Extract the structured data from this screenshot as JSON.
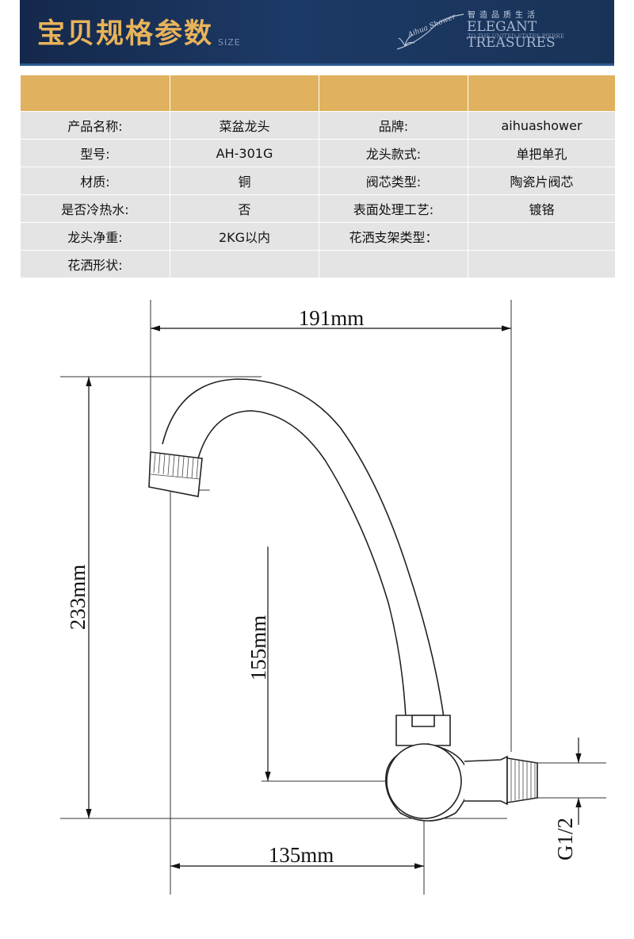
{
  "banner": {
    "title": "宝贝规格参数",
    "subtitle": "SIZE",
    "slogan": "智造品质生活",
    "headline": "ELEGANT TREASURES",
    "tagline": "TO THE UNITED STATES PIERRE",
    "logo_text": "Aihua Shower"
  },
  "spec_table": {
    "rows": [
      [
        "产品名称:",
        "菜盆龙头",
        "品牌:",
        "aihuashower"
      ],
      [
        "型号:",
        "AH-301G",
        "龙头款式:",
        "单把单孔"
      ],
      [
        "材质:",
        "铜",
        "阀芯类型:",
        "陶瓷片阀芯"
      ],
      [
        "是否冷热水:",
        "否",
        "表面处理工艺:",
        "镀铬"
      ],
      [
        "龙头净重:",
        "2KG以内",
        "花洒支架类型：",
        ""
      ],
      [
        "花洒形状:",
        "",
        "",
        ""
      ]
    ]
  },
  "dimensions": {
    "width_total": "191mm",
    "height_total": "233mm",
    "spout_height": "155mm",
    "reach": "135mm",
    "thread": "G1/2"
  },
  "colors": {
    "banner_bg": "#1c3a66",
    "banner_title": "#e8b35a",
    "table_header": "#e0b15e",
    "table_cell": "#e4e4e4"
  }
}
